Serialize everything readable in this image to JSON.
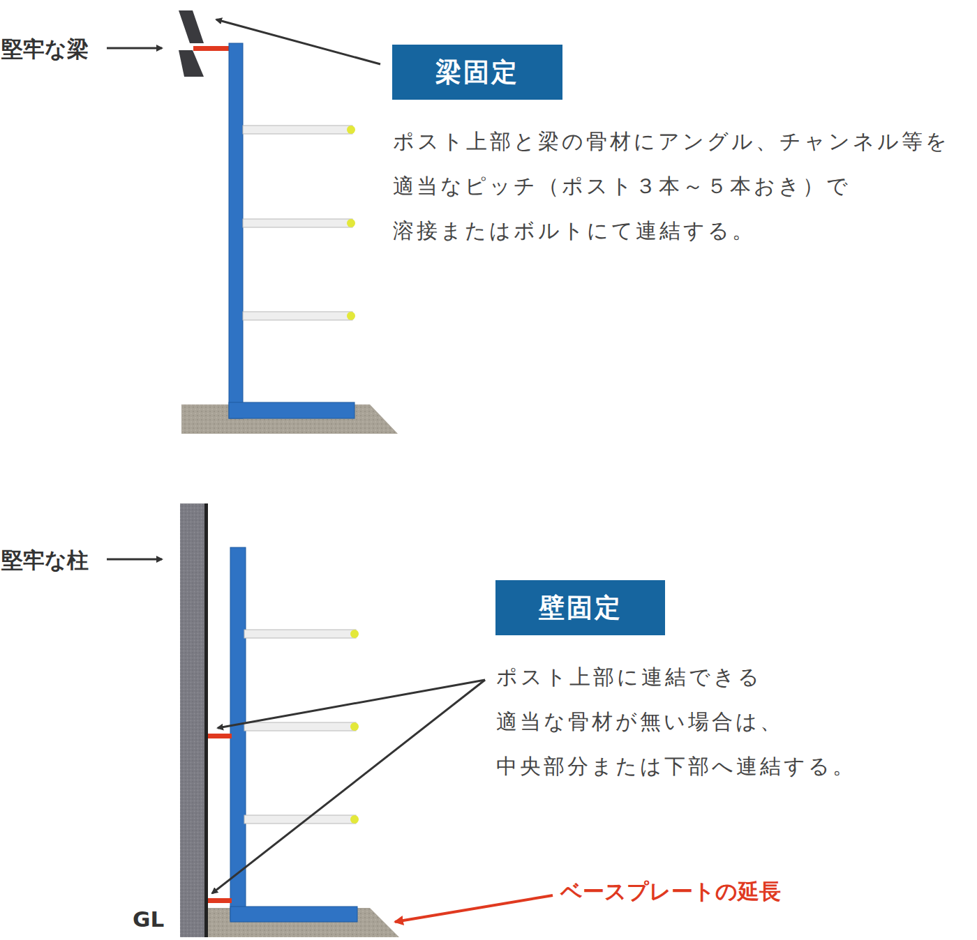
{
  "diagram": {
    "nodes": [
      {
        "text": [
          "梁固定"
        ]
      },
      {
        "text": [
          "壁固定"
        ]
      }
    ],
    "labels": [
      "堅牢な梁",
      "ポスト上部と梁の骨材にアングル、チャンネル等を 適当なピッチ（ポスト３本～５本おき）で 溶接またはボルトにて連結する。",
      "堅牢な柱",
      "ポスト上部に連結できる 適当な骨材が無い場合は、 中央部分または下部へ連結する。",
      "ベースプレートの延長",
      "GL"
    ]
  }
}
